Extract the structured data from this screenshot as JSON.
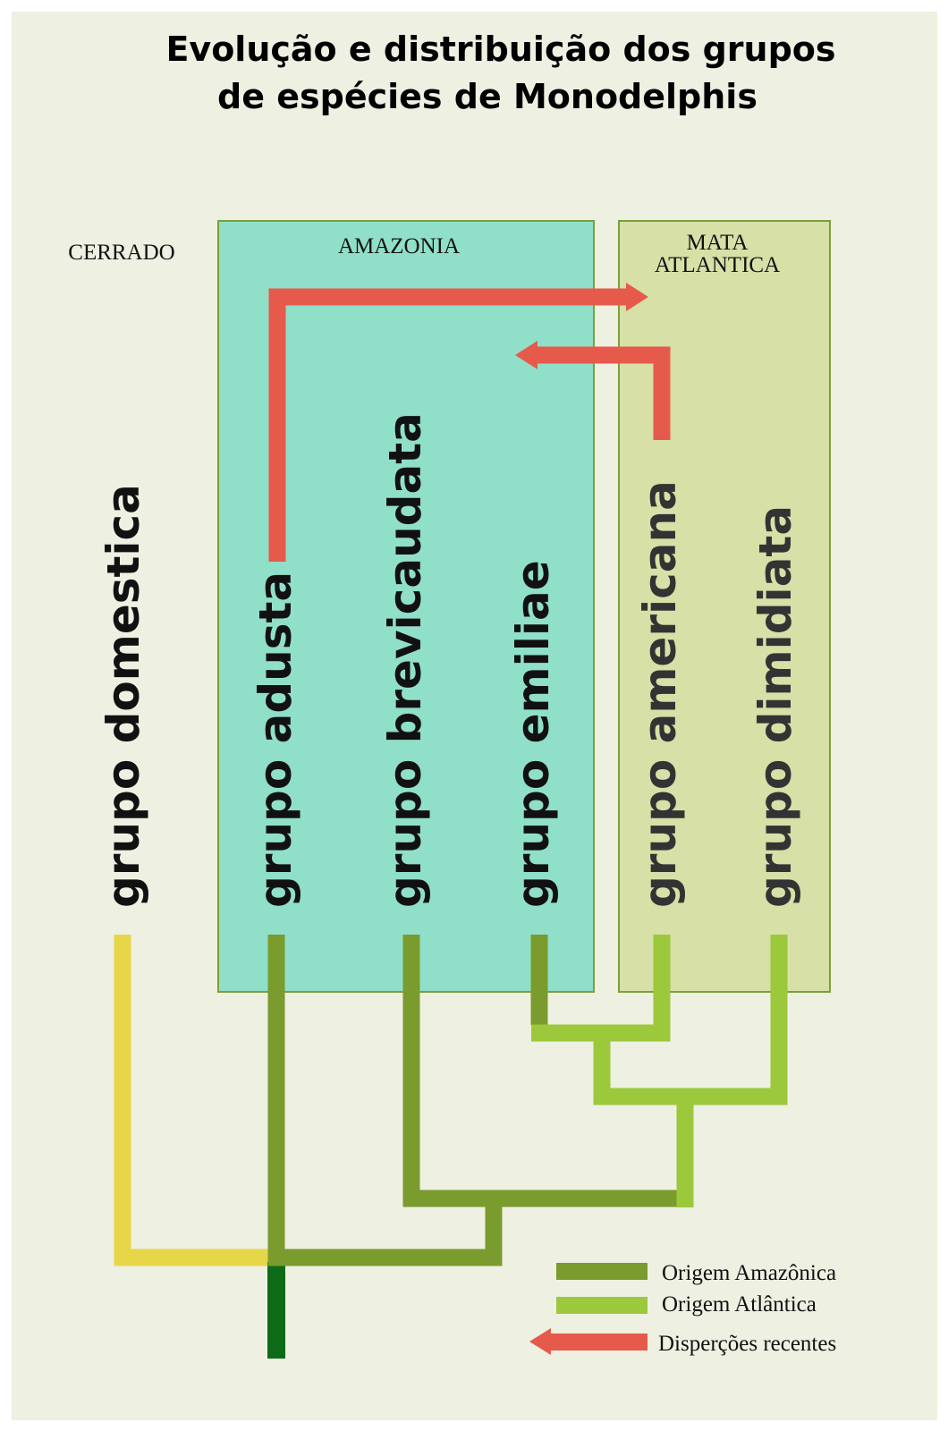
{
  "title": {
    "line1": "Evolução e distribuição dos grupos",
    "line2": "de espécies de Monodelphis"
  },
  "regions": {
    "cerrado": "CERRADO",
    "amazonia": "AMAZONIA",
    "mata_line1": "MATA",
    "mata_line2": "ATLANTICA"
  },
  "groups": {
    "domestica": "grupo domestica",
    "adusta": "grupo adusta",
    "brevicaudata": "grupo brevicaudata",
    "emiliae": "grupo emiliae",
    "americana": "grupo americana",
    "dimidiata": "grupo dimidiata"
  },
  "legend": {
    "amazonica": "Origem Amazônica",
    "atlantica": "Origem Atlântica",
    "dispersao": "Disperções recentes"
  },
  "colors": {
    "page_bg": "#eef0e2",
    "amazonia_box": "#90dfc9",
    "mata_box": "#d6e0a7",
    "box_border": "#7aa03a",
    "origem_amazonica": "#7a9b2e",
    "origem_atlantica": "#9cc83c",
    "cerrado_branch": "#e6d648",
    "root": "#0d6b18",
    "dispersao": "#e65a4c",
    "label_dark": "#111111",
    "label_mata": "#333333"
  }
}
